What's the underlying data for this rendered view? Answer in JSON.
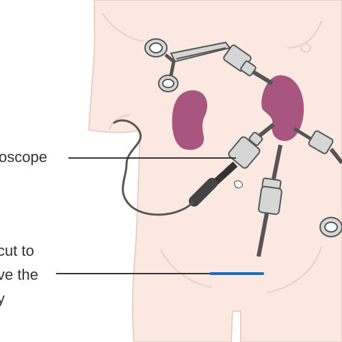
{
  "labels": {
    "scope": "oscope",
    "cut_line_1": "cut to",
    "cut_line_2": "ve the",
    "cut_line_3": "y"
  },
  "colors": {
    "skin": "#fbe8e1",
    "skin_outline": "#eccfc4",
    "kidney": "#a8557f",
    "instrument_gray": "#d6d6d6",
    "instrument_outline": "#555555",
    "incision": "#1f66b8",
    "callout_line": "#333333",
    "text": "#333333"
  }
}
